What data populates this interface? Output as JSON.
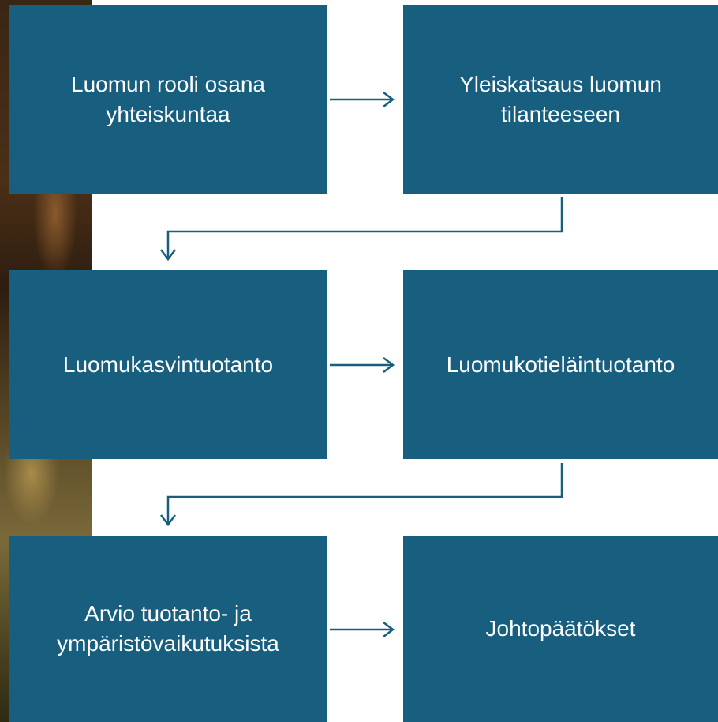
{
  "diagram": {
    "box_color": "#175e7f",
    "text_color": "#ffffff",
    "connector_color": "#175e7f",
    "steps": [
      {
        "label": "Luomun rooli osana\nyhteiskuntaa"
      },
      {
        "label": "Yleiskatsaus luomun\ntilanteeseen"
      },
      {
        "label": "Luomukasvintuotanto"
      },
      {
        "label": "Luomukotieläintuotanto"
      },
      {
        "label": "Arvio tuotanto- ja\nympäristövaikutuksista"
      },
      {
        "label": "Johtopäätökset"
      }
    ]
  }
}
